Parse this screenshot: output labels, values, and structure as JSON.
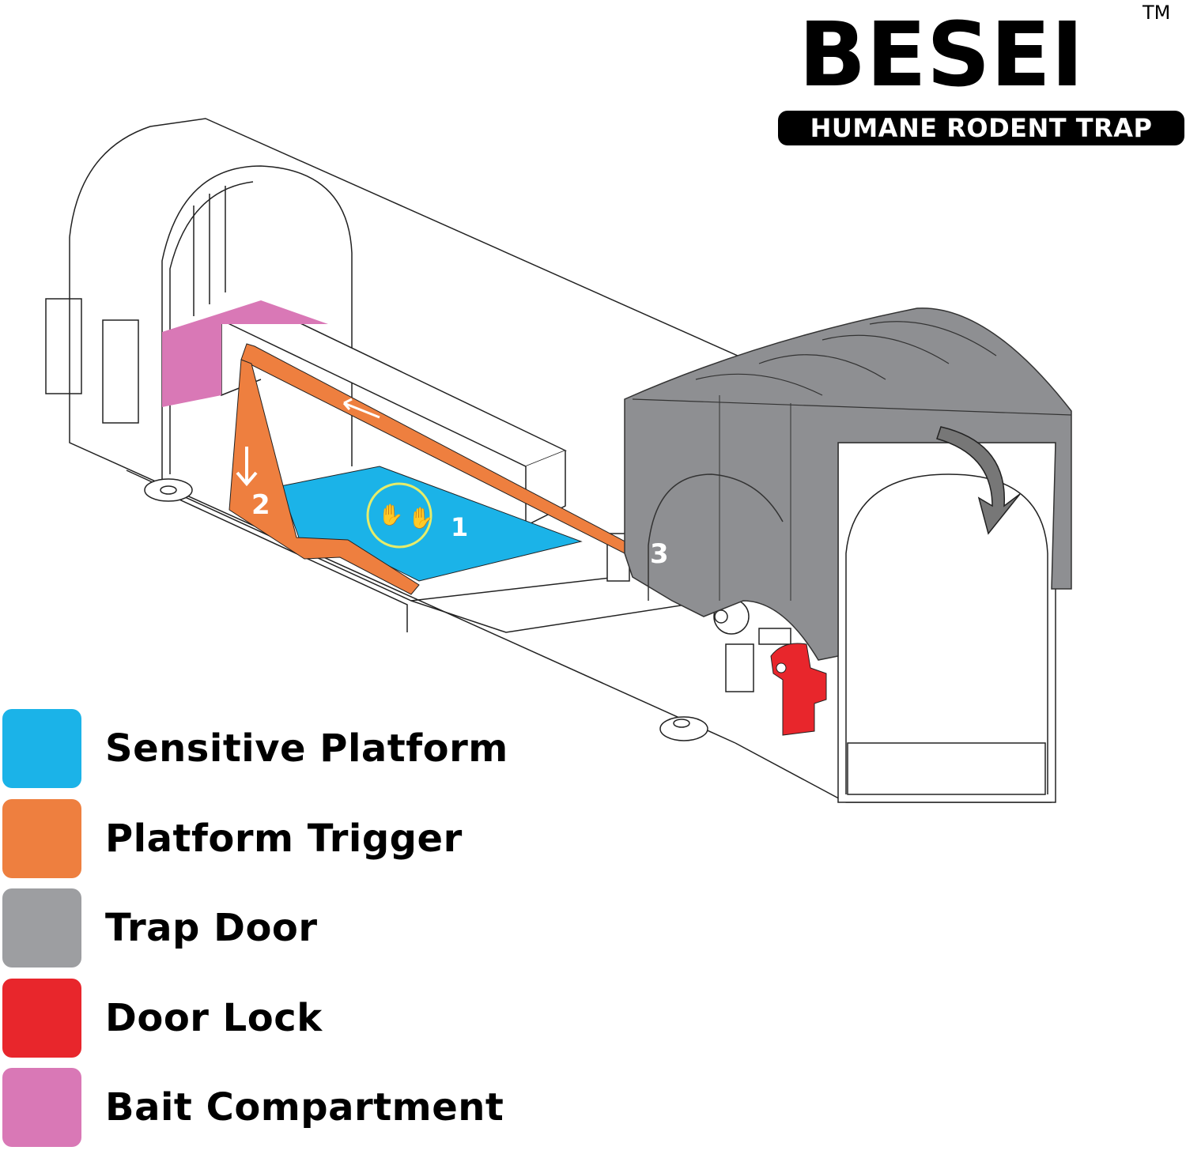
{
  "logo": {
    "brand": "BESEI",
    "trademark": "TM",
    "tagline": "HUMANE RODENT TRAP"
  },
  "diagram": {
    "steps": [
      "1",
      "2",
      "3"
    ]
  },
  "legend": [
    {
      "label": "Sensitive Platform",
      "color": "#1bb3e8"
    },
    {
      "label": "Platform Trigger",
      "color": "#ee7f3f"
    },
    {
      "label": "Trap Door",
      "color": "#9d9ea1"
    },
    {
      "label": "Door Lock",
      "color": "#e8262c"
    },
    {
      "label": "Bait Compartment",
      "color": "#d978b6"
    }
  ]
}
